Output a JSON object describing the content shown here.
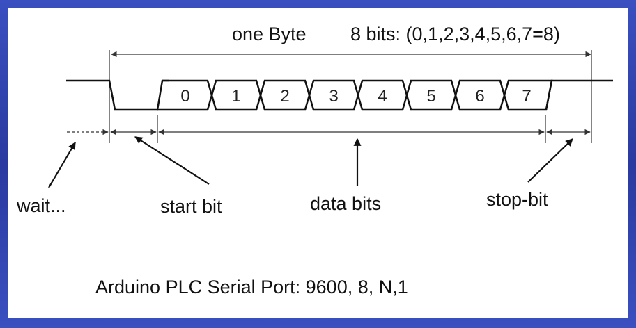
{
  "diagram": {
    "byte_label": "one Byte",
    "bits_label": "8 bits: (0,1,2,3,4,5,6,7=8)",
    "bits": [
      "0",
      "1",
      "2",
      "3",
      "4",
      "5",
      "6",
      "7"
    ],
    "labels": {
      "wait": "wait...",
      "start_bit": "start bit",
      "data_bits": "data bits",
      "stop_bit": "stop-bit"
    },
    "caption": "Arduino PLC Serial Port: 9600, 8, N,1"
  },
  "colors": {
    "frame": "#2e3fa6",
    "background": "#ffffff",
    "ink": "#111111"
  }
}
